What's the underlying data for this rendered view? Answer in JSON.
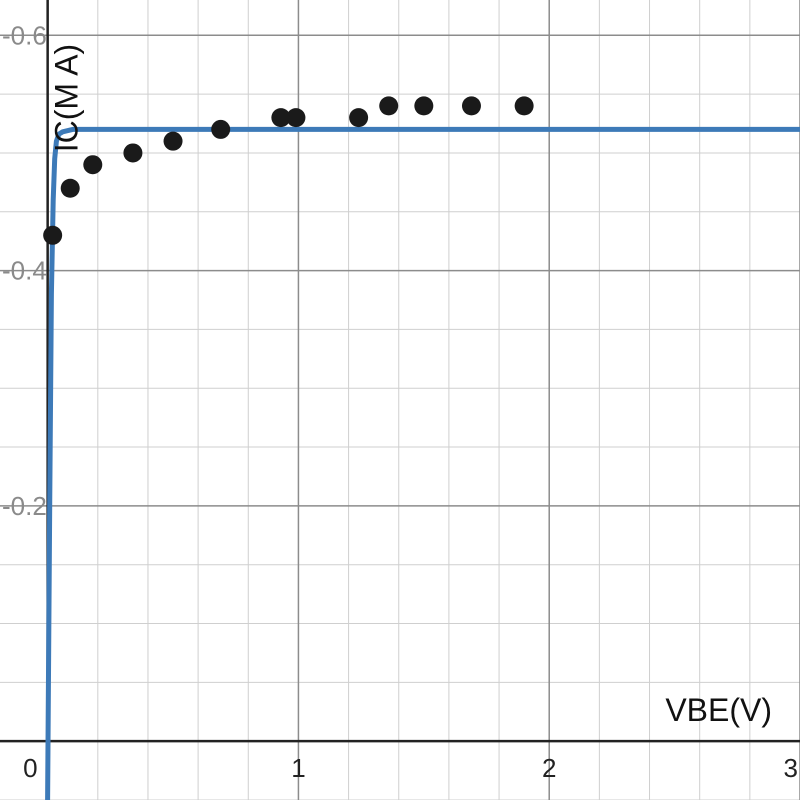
{
  "chart_data": {
    "type": "scatter",
    "xlabel": "VBE(V)",
    "ylabel": "IC(M A)",
    "xlim": [
      -0.19,
      3.0
    ],
    "ylim": [
      -0.05,
      0.63
    ],
    "x_ticks": [
      {
        "value": 0,
        "label": "0"
      },
      {
        "value": 1,
        "label": "1"
      },
      {
        "value": 2,
        "label": "2"
      },
      {
        "value": 3,
        "label": "3"
      }
    ],
    "y_ticks": [
      {
        "value": 0.2,
        "label": "-0.2"
      },
      {
        "value": 0.4,
        "label": "-0.4"
      },
      {
        "value": 0.6,
        "label": "-0.6"
      }
    ],
    "grid": true,
    "minor_grid_step_x": 0.2,
    "minor_grid_step_y": 0.05,
    "points": {
      "color": "#1a1a1a",
      "x": [
        0.02,
        0.09,
        0.18,
        0.34,
        0.5,
        0.69,
        0.93,
        0.99,
        1.24,
        1.36,
        1.5,
        1.69,
        1.9
      ],
      "y": [
        0.43,
        0.47,
        0.49,
        0.5,
        0.51,
        0.52,
        0.53,
        0.53,
        0.53,
        0.54,
        0.54,
        0.54,
        0.54
      ]
    },
    "fit_curve": {
      "color": "#3d7ab8",
      "x": [
        0.0,
        0.008,
        0.015,
        0.022,
        0.028,
        0.035,
        0.045,
        0.06,
        0.1,
        0.2,
        0.5,
        1.0,
        2.0,
        3.0
      ],
      "y": [
        -0.05,
        0.2,
        0.38,
        0.46,
        0.495,
        0.51,
        0.516,
        0.518,
        0.52,
        0.52,
        0.52,
        0.52,
        0.52,
        0.52
      ]
    }
  }
}
